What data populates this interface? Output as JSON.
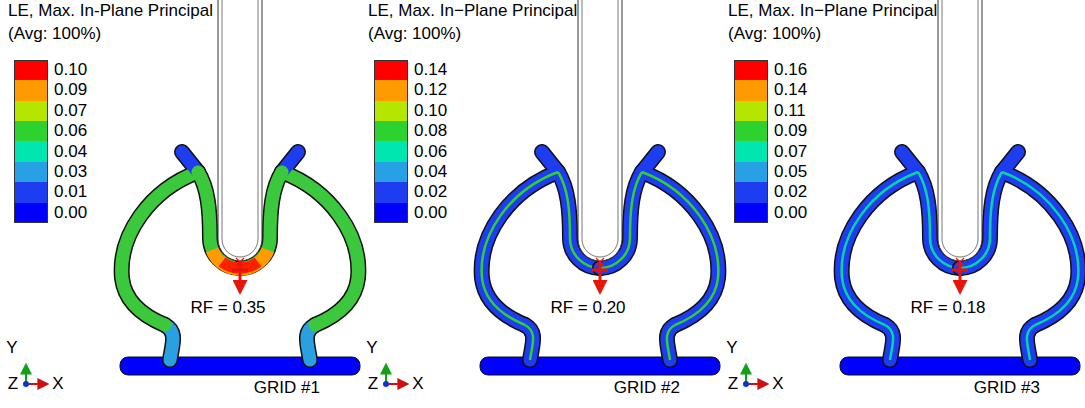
{
  "diagram": {
    "labels": [
      "LE, Max. In-Plane Principal",
      "(Avg: 100%)",
      "RF = 0.35",
      "Y",
      "Z",
      "X",
      "GRID #1",
      "LE, Max. In−Plane Principal",
      "(Avg: 100%)",
      "RF = 0.20",
      "Y",
      "Z",
      "X",
      "GRID #2",
      "LE, Max. In−Plane Principal",
      "(Avg: 100%)",
      "RF = 0.18",
      "Y",
      "Z",
      "X",
      "GRID #3"
    ],
    "legend": [
      {
        "text": "0.10",
        "color": "#ff0000"
      },
      {
        "text": "0.09",
        "color": "#ff9a00"
      },
      {
        "text": "0.07",
        "color": "#b4e600"
      },
      {
        "text": "0.06",
        "color": "#2ed22e"
      },
      {
        "text": "0.04",
        "color": "#00e6b0"
      },
      {
        "text": "0.03",
        "color": "#28a0e6"
      },
      {
        "text": "0.01",
        "color": "#1e3cf0"
      },
      {
        "text": "0.00",
        "color": "#0000ff"
      },
      {
        "text": "0.14",
        "color": "#ff0000"
      },
      {
        "text": "0.12",
        "color": "#ff9a00"
      },
      {
        "text": "0.10",
        "color": "#b4e600"
      },
      {
        "text": "0.08",
        "color": "#2ed22e"
      },
      {
        "text": "0.06",
        "color": "#00e6b0"
      },
      {
        "text": "0.04",
        "color": "#28a0e6"
      },
      {
        "text": "0.02",
        "color": "#1e3cf0"
      },
      {
        "text": "0.00",
        "color": "#0000ff"
      },
      {
        "text": "0.16",
        "color": "#ff0000"
      },
      {
        "text": "0.14",
        "color": "#ff9a00"
      },
      {
        "text": "0.11",
        "color": "#b4e600"
      },
      {
        "text": "0.09",
        "color": "#2ed22e"
      },
      {
        "text": "0.07",
        "color": "#00e6b0"
      },
      {
        "text": "0.05",
        "color": "#28a0e6"
      },
      {
        "text": "0.02",
        "color": "#1e3cf0"
      },
      {
        "text": "0.00",
        "color": "#0000ff"
      }
    ]
  }
}
